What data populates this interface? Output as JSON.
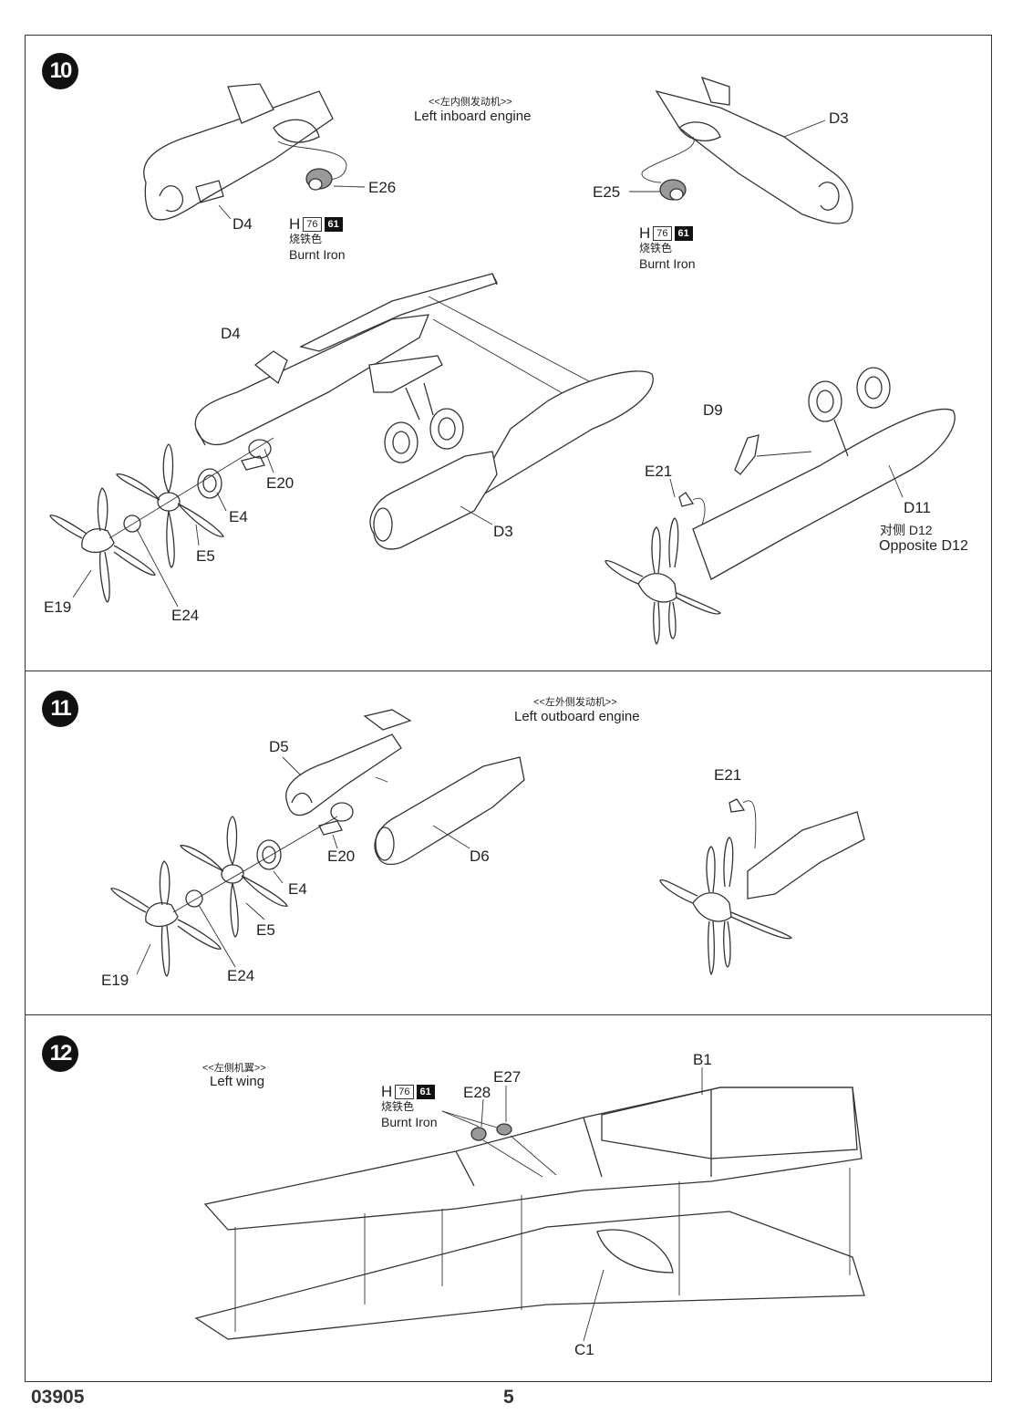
{
  "page": {
    "code": "03905",
    "number": "5"
  },
  "steps": [
    {
      "num": "10",
      "title_cn": "<<左内侧发动机>>",
      "title_en": "Left inboard engine",
      "labels": [
        "E26",
        "D4",
        "E25",
        "D3",
        "D4",
        "E20",
        "E4",
        "E5",
        "E19",
        "E24",
        "D3",
        "D9",
        "E21",
        "D11",
        "对侧  D12",
        "Opposite D12"
      ],
      "paints": [
        {
          "h": "H",
          "code1": "76",
          "code2": "61",
          "cn": "烧铁色",
          "en": "Burnt Iron"
        },
        {
          "h": "H",
          "code1": "76",
          "code2": "61",
          "cn": "烧铁色",
          "en": "Burnt Iron"
        }
      ]
    },
    {
      "num": "11",
      "title_cn": "<<左外侧发动机>>",
      "title_en": "Left outboard engine",
      "labels": [
        "D5",
        "E20",
        "D6",
        "E4",
        "E5",
        "E19",
        "E24",
        "E21"
      ]
    },
    {
      "num": "12",
      "title_cn": "<<左侧机翼>>",
      "title_en": "Left wing",
      "labels": [
        "E28",
        "E27",
        "B1",
        "C1"
      ],
      "paints": [
        {
          "h": "H",
          "code1": "76",
          "code2": "61",
          "cn": "烧铁色",
          "en": "Burnt Iron"
        }
      ]
    }
  ]
}
